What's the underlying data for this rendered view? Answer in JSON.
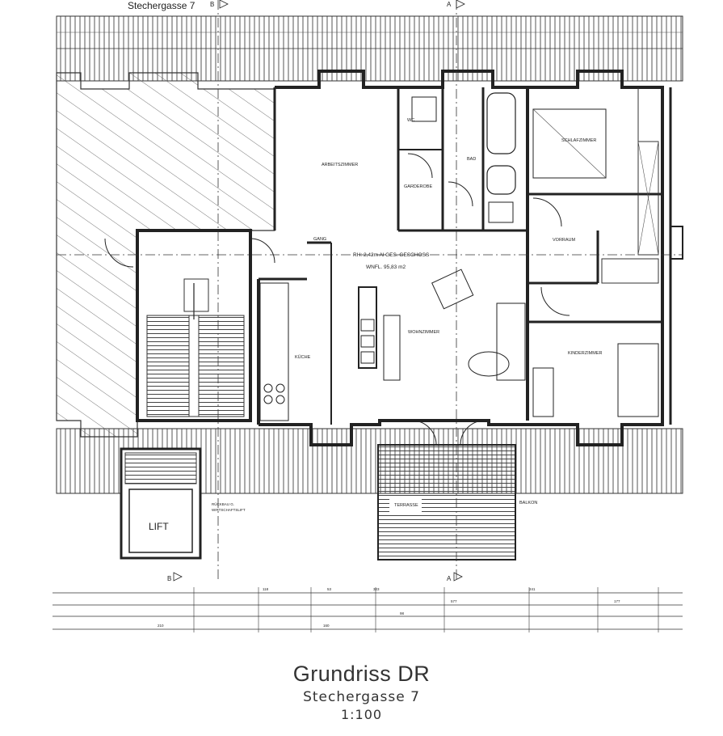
{
  "header": {
    "street": "Stechergasse 7"
  },
  "markers": {
    "section_a": "A",
    "section_b": "B"
  },
  "rooms": {
    "schlafzimmer": "SCHLAFZIMMER",
    "arbeitszimmer": "ARBEITSZIMMER",
    "garderobe": "GARDEROBE",
    "bad": "BAD",
    "wc": "WC",
    "gang": "GANG",
    "vorraum": "VORRAUM",
    "kueche": "KÜCHE",
    "wohnzimmer": "WOHNZIMMER",
    "kinderzimmer": "KINDERZIMMER",
    "terrasse": "TERRASSE",
    "balkon": "BALKON",
    "lift": "LIFT"
  },
  "annotations": {
    "height_note": "RH: 2,42m Al GES. GESCHOSS",
    "area": "WNFL. 95,83 m2",
    "lift_note_1": "RÜCKBAU G.",
    "lift_note_2": "WIRTSCHAFTSLIFT"
  },
  "dimensions": [
    "118",
    "53",
    "323",
    "241",
    "177",
    "98",
    "577",
    "210",
    "160"
  ],
  "caption": {
    "title": "Grundriss DR",
    "subtitle": "Stechergasse 7",
    "scale": "1:100"
  }
}
